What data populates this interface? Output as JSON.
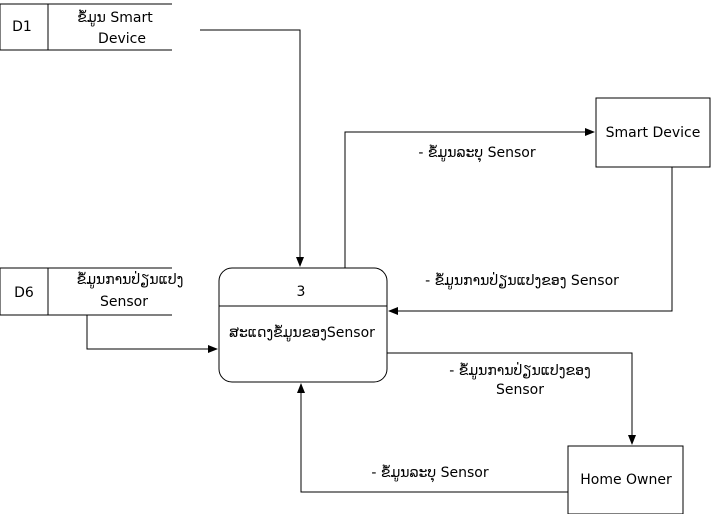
{
  "data_stores": [
    {
      "id": "D1",
      "label_lines": [
        "ຂໍ້ມູນ Smart",
        "Device"
      ]
    },
    {
      "id": "D6",
      "label_lines": [
        "ຂໍ້ມູນການປ່ຽນແປງ",
        "Sensor"
      ]
    }
  ],
  "process": {
    "number": "3",
    "label": "ສະແດງຂໍ້ມູນຂອງSensor"
  },
  "entities": {
    "smart_device": "Smart Device",
    "home_owner": "Home Owner"
  },
  "flows": {
    "to_smart_device": "- ຂໍ້ມູນລະບຸ Sensor",
    "from_smart_device": "- ຂໍ້ມູນການປ່ຽນແປງຂອງ Sensor",
    "to_home_owner_lines": [
      "- ຂໍ້ມູນການປ່ຽນແປງຂອງ",
      "Sensor"
    ],
    "from_home_owner": "- ຂໍ້ມູນລະບຸ Sensor"
  }
}
